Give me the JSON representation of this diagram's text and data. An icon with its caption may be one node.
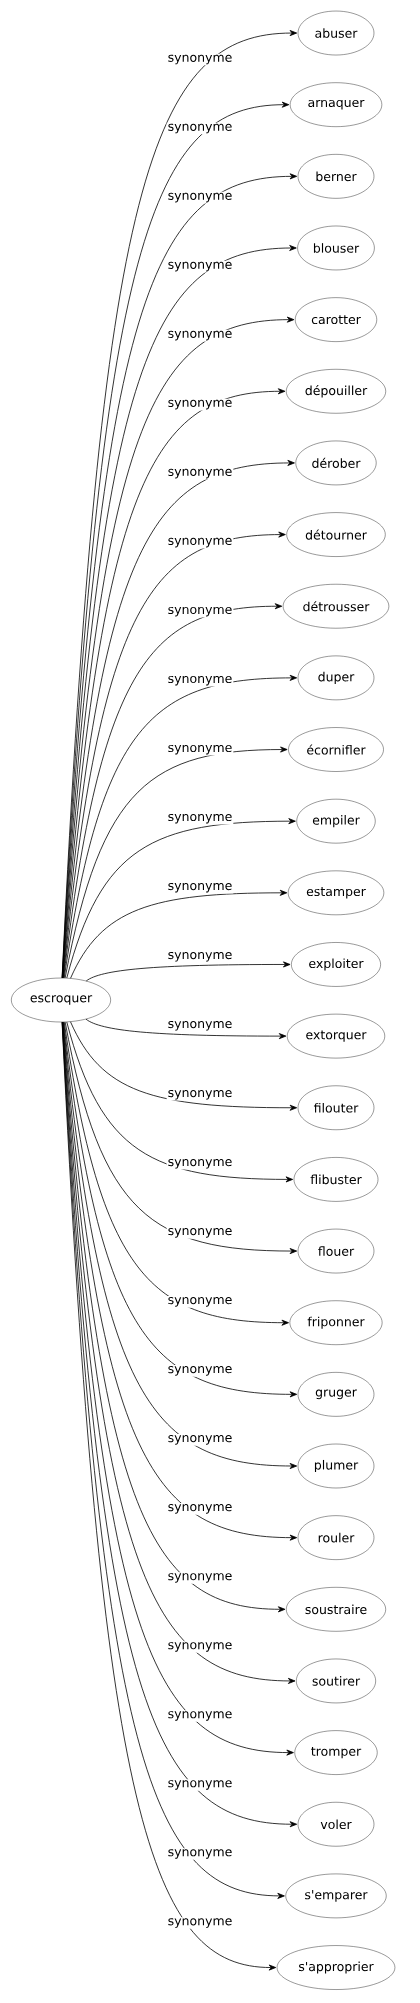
{
  "diagram": {
    "nodes": [
      {
        "text": [
          "escroquer"
        ]
      },
      {
        "text": [
          "abuser"
        ]
      },
      {
        "text": [
          "arnaquer"
        ]
      },
      {
        "text": [
          "berner"
        ]
      },
      {
        "text": [
          "blouser"
        ]
      },
      {
        "text": [
          "carotter"
        ]
      },
      {
        "text": [
          "dépouiller"
        ]
      },
      {
        "text": [
          "dérober"
        ]
      },
      {
        "text": [
          "détourner"
        ]
      },
      {
        "text": [
          "détrousser"
        ]
      },
      {
        "text": [
          "duper"
        ]
      },
      {
        "text": [
          "écornifler"
        ]
      },
      {
        "text": [
          "empiler"
        ]
      },
      {
        "text": [
          "estamper"
        ]
      },
      {
        "text": [
          "exploiter"
        ]
      },
      {
        "text": [
          "extorquer"
        ]
      },
      {
        "text": [
          "filouter"
        ]
      },
      {
        "text": [
          "flibuster"
        ]
      },
      {
        "text": [
          "flouer"
        ]
      },
      {
        "text": [
          "friponner"
        ]
      },
      {
        "text": [
          "gruger"
        ]
      },
      {
        "text": [
          "plumer"
        ]
      },
      {
        "text": [
          "rouler"
        ]
      },
      {
        "text": [
          "soustraire"
        ]
      },
      {
        "text": [
          "soutirer"
        ]
      },
      {
        "text": [
          "tromper"
        ]
      },
      {
        "text": [
          "voler"
        ]
      },
      {
        "text": [
          "s'emparer"
        ]
      },
      {
        "text": [
          "s'approprier"
        ]
      }
    ],
    "edges": [
      {
        "from": 0,
        "to": 1,
        "arrow": "to",
        "label": "synonyme"
      },
      {
        "from": 0,
        "to": 2,
        "arrow": "to",
        "label": "synonyme"
      },
      {
        "from": 0,
        "to": 3,
        "arrow": "to",
        "label": "synonyme"
      },
      {
        "from": 0,
        "to": 4,
        "arrow": "to",
        "label": "synonyme"
      },
      {
        "from": 0,
        "to": 5,
        "arrow": "to",
        "label": "synonyme"
      },
      {
        "from": 0,
        "to": 6,
        "arrow": "to",
        "label": "synonyme"
      },
      {
        "from": 0,
        "to": 7,
        "arrow": "to",
        "label": "synonyme"
      },
      {
        "from": 0,
        "to": 8,
        "arrow": "to",
        "label": "synonyme"
      },
      {
        "from": 0,
        "to": 9,
        "arrow": "to",
        "label": "synonyme"
      },
      {
        "from": 0,
        "to": 10,
        "arrow": "to",
        "label": "synonyme"
      },
      {
        "from": 0,
        "to": 11,
        "arrow": "to",
        "label": "synonyme"
      },
      {
        "from": 0,
        "to": 12,
        "arrow": "to",
        "label": "synonyme"
      },
      {
        "from": 0,
        "to": 13,
        "arrow": "to",
        "label": "synonyme"
      },
      {
        "from": 0,
        "to": 14,
        "arrow": "to",
        "label": "synonyme"
      },
      {
        "from": 0,
        "to": 15,
        "arrow": "to",
        "label": "synonyme"
      },
      {
        "from": 0,
        "to": 16,
        "arrow": "to",
        "label": "synonyme"
      },
      {
        "from": 0,
        "to": 17,
        "arrow": "to",
        "label": "synonyme"
      },
      {
        "from": 0,
        "to": 18,
        "arrow": "to",
        "label": "synonyme"
      },
      {
        "from": 0,
        "to": 19,
        "arrow": "to",
        "label": "synonyme"
      },
      {
        "from": 0,
        "to": 20,
        "arrow": "to",
        "label": "synonyme"
      },
      {
        "from": 0,
        "to": 21,
        "arrow": "to",
        "label": "synonyme"
      },
      {
        "from": 0,
        "to": 22,
        "arrow": "to",
        "label": "synonyme"
      },
      {
        "from": 0,
        "to": 23,
        "arrow": "to",
        "label": "synonyme"
      },
      {
        "from": 0,
        "to": 24,
        "arrow": "to",
        "label": "synonyme"
      },
      {
        "from": 0,
        "to": 25,
        "arrow": "to",
        "label": "synonyme"
      },
      {
        "from": 0,
        "to": 26,
        "arrow": "to",
        "label": "synonyme"
      },
      {
        "from": 0,
        "to": 27,
        "arrow": "to",
        "label": "synonyme"
      },
      {
        "from": 0,
        "to": 28,
        "arrow": "to",
        "label": "synonyme"
      }
    ]
  }
}
